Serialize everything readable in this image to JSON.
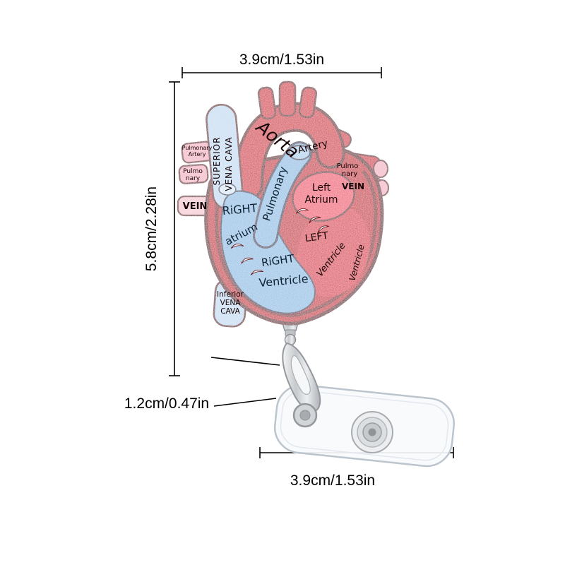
{
  "page": {
    "background": "#ffffff",
    "subject": "anatomical heart badge reel dimension diagram"
  },
  "dimensions": {
    "heart_width_label": "3.9cm/1.53in",
    "heart_height_label": "5.8cm/2.28in",
    "reel_section_label": "1.2cm/0.47in",
    "strap_width_label": "3.9cm/1.53in"
  },
  "heart": {
    "labels": {
      "aorta": "Aorta",
      "superior": "SUPERIOR",
      "vena_cava": "VENA CAVA",
      "pulmonary_trunk": "Pulmonary",
      "artery": "Artery",
      "left": "Left",
      "atrium": "Atrium",
      "right_atrium_line1": "RiGHT",
      "right_atrium_line2": "atrium",
      "right_ventricle_line1": "RiGHT",
      "right_ventricle_line2": "Ventricle",
      "left_ventricle_line1": "LEFT",
      "left_ventricle_line2": "Ventricle",
      "left_ventricle_line3": "Ventricle",
      "inferior": "Inferior",
      "inferior_vena": "VENA",
      "inferior_cava": "CAVA",
      "vein_left": "VEIN",
      "vein_right": "VEIN",
      "pulmo_left_line1": "Pulmo",
      "pulmo_left_line2": "nary",
      "pulmo_right_line1": "Pulmo",
      "pulmo_right_line2": "nary",
      "pulmonary_artery_line1": "Pulmonary",
      "pulmonary_artery_line2": "Artery"
    },
    "colors": {
      "body_red": "#c92433",
      "outline_dark": "#5a0c12",
      "pale_blue": "#c3ddf2",
      "chamber_blue": "#8cc2e6",
      "inner_red": "#dc3a4e",
      "pink": "#f05a72",
      "stub_pink": "#f3b8c6"
    }
  },
  "reel": {
    "metal_color": "#d4d7da",
    "strap_color": "#f7fafc"
  }
}
